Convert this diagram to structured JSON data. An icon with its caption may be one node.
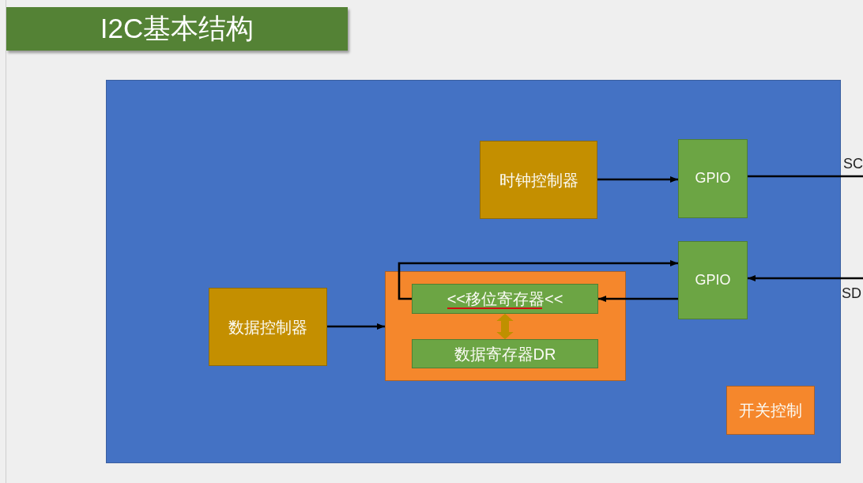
{
  "diagram": {
    "title": "I2C基本结构",
    "nodes": [
      {
        "text": [],
        "shape": "box"
      },
      {
        "text": [
          "时钟控制器"
        ],
        "in": 0
      },
      {
        "text": [
          "GPIO"
        ],
        "in": 0
      },
      {
        "text": [
          "数据控制器"
        ],
        "in": 0
      },
      {
        "text": [],
        "shape": "box",
        "in": 0
      },
      {
        "text": [
          "<<移位寄存器<<"
        ],
        "in": 4
      },
      {
        "text": [
          "数据寄存器DR"
        ],
        "in": 4
      },
      {
        "text": [
          "GPIO"
        ],
        "in": 0
      },
      {
        "text": [
          "开关控制"
        ],
        "in": 0
      }
    ],
    "edges": [
      {
        "from": 1,
        "to": 2,
        "arrow": "to"
      },
      {
        "from": 2,
        "to": null,
        "arrow": "none",
        "label": "SC"
      },
      {
        "from": null,
        "to": 7,
        "arrow": "to",
        "label": "SD"
      },
      {
        "from": 3,
        "to": 4,
        "arrow": "to"
      },
      {
        "from": 7,
        "to": 5,
        "arrow": "to"
      },
      {
        "from": 5,
        "to": 7,
        "arrow": "to"
      },
      {
        "from": 5,
        "to": 6,
        "arrow": "both",
        "style": "thick",
        "color": "#bf9000"
      }
    ]
  }
}
